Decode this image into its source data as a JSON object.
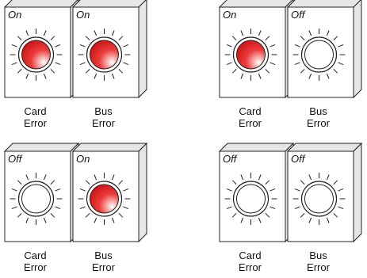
{
  "groups": [
    {
      "indicators": [
        {
          "state": "On",
          "label_line1": "Card",
          "label_line2": "Error",
          "lit": true
        },
        {
          "state": "On",
          "label_line1": "Bus",
          "label_line2": "Error",
          "lit": true
        }
      ]
    },
    {
      "indicators": [
        {
          "state": "On",
          "label_line1": "Card",
          "label_line2": "Error",
          "lit": true
        },
        {
          "state": "Off",
          "label_line1": "Bus",
          "label_line2": "Error",
          "lit": false
        }
      ]
    },
    {
      "indicators": [
        {
          "state": "Off",
          "label_line1": "Card",
          "label_line2": "Error",
          "lit": false
        },
        {
          "state": "On",
          "label_line1": "Bus",
          "label_line2": "Error",
          "lit": true
        }
      ]
    },
    {
      "indicators": [
        {
          "state": "Off",
          "label_line1": "Card",
          "label_line2": "Error",
          "lit": false
        },
        {
          "state": "Off",
          "label_line1": "Bus",
          "label_line2": "Error",
          "lit": false
        }
      ]
    }
  ],
  "colors": {
    "outline": "#222222",
    "panel_face": "#ffffff",
    "panel_side": "#e6e6e6",
    "lamp_lit_core": "#ffffff",
    "lamp_lit_mid": "#ee3a3a",
    "lamp_lit_edge": "#c41414",
    "lamp_off": "#ffffff"
  }
}
